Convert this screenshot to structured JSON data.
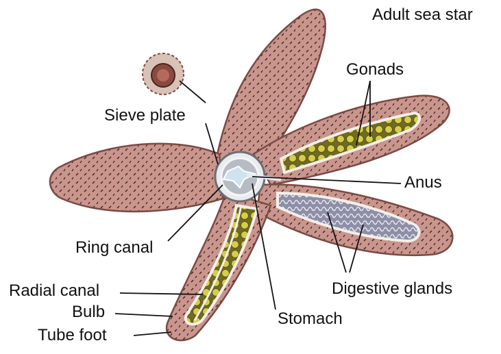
{
  "title": "Adult sea star",
  "labels": {
    "gonads": "Gonads",
    "sieve_plate": "Sieve plate",
    "anus": "Anus",
    "ring_canal": "Ring canal",
    "radial_canal": "Radial canal",
    "bulb": "Bulb",
    "tube_foot": "Tube foot",
    "digestive_glands": "Digestive glands",
    "stomach": "Stomach"
  },
  "colors": {
    "skin": "#c9958c",
    "skin_edge": "#7a4a44",
    "gonad": "#c9c23a",
    "gland": "#9a9cb0",
    "stomach": "#cfe2f0",
    "leader": "#111111"
  }
}
